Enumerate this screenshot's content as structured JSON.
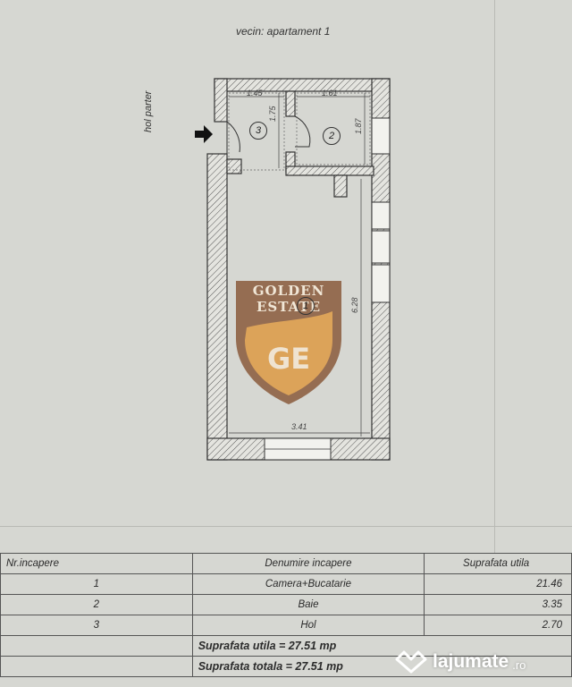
{
  "neighbor_label": "vecin: apartament 1",
  "hall_label": "hol parter",
  "dimensions": {
    "hol_width": "1.45",
    "baie_width": "1.61",
    "hol_height": "1.75",
    "baie_height": "1.87",
    "room_height": "6.28",
    "room_width": "3.41"
  },
  "room_markers": [
    "1",
    "2",
    "3"
  ],
  "watermark": {
    "line1": "GOLDEN",
    "line2": "ESTATE",
    "monogram": "GE",
    "colors": {
      "outer": "#8a5a3c",
      "inner": "#e3a85a",
      "text": "#f0e6d6"
    }
  },
  "table": {
    "headers": [
      "Nr.incapere",
      "Denumire incapere",
      "Suprafata utila"
    ],
    "rows": [
      {
        "nr": "1",
        "name": "Camera+Bucatarie",
        "area": "21.46"
      },
      {
        "nr": "2",
        "name": "Baie",
        "area": "3.35"
      },
      {
        "nr": "3",
        "name": "Hol",
        "area": "2.70"
      }
    ],
    "total_utila": "Suprafata utila = 27.51 mp",
    "total_totala": "Suprafata totala = 27.51 mp"
  },
  "brand": {
    "name": "lajumate",
    "tld": ".ro",
    "icon": "heart-diamond-icon"
  }
}
